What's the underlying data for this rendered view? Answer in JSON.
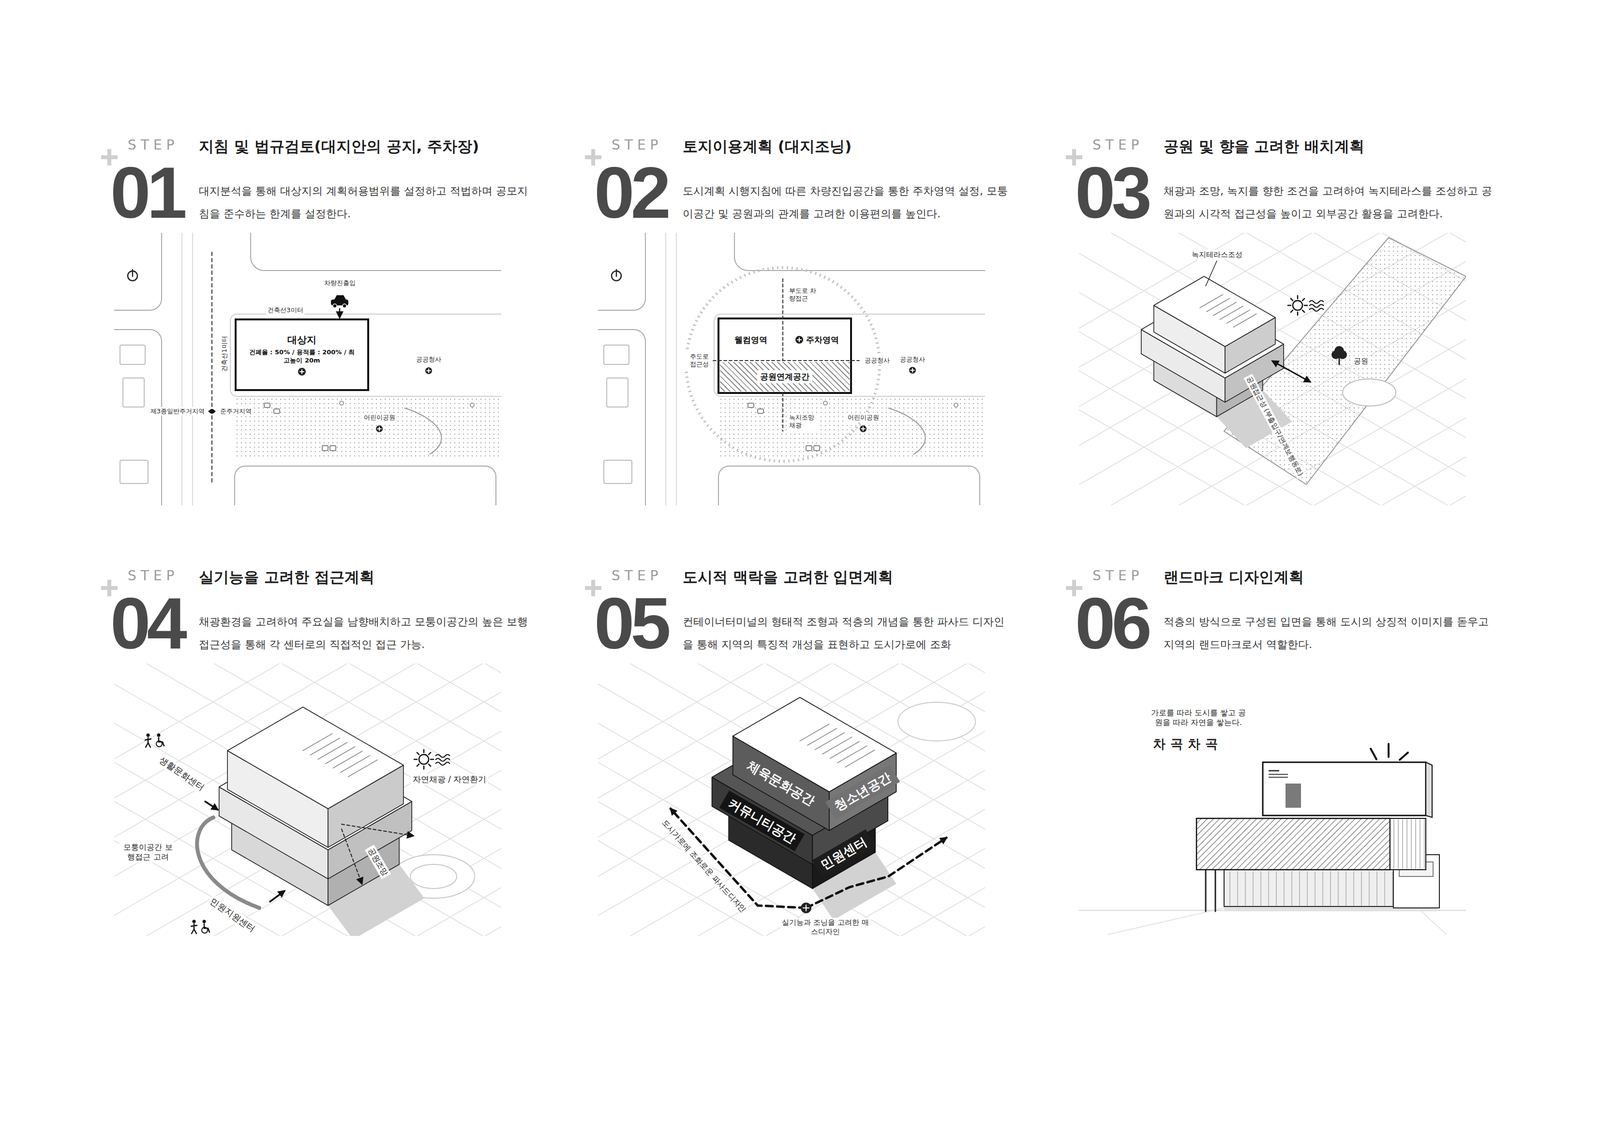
{
  "diagram": {
    "nodes": [
      {
        "text": [
          "대상지",
          "건폐율 : 50% / 용적률 : 200% / 최고높이 20m"
        ]
      },
      {
        "text": [
          "웰컴영역"
        ]
      },
      {
        "text": [
          "주차영역"
        ]
      },
      {
        "text": [
          "공원연계공간"
        ]
      },
      {
        "text": [
          "체육문화공간"
        ]
      },
      {
        "text": [
          "청소년공간"
        ]
      },
      {
        "text": [
          "커뮤니티공간"
        ]
      },
      {
        "text": [
          "민원센터"
        ]
      }
    ],
    "labels": [
      "STEP",
      "01",
      "지침 및 법규검토(대지안의 공지, 주차장)",
      "대지분석을 통해 대상지의 계획허용범위를 설정하고 적법하며 공모지침을 준수하는 한계를 설정한다.",
      "차량진출입",
      "건축선3미터",
      "건축선1미터",
      "제3종일반주거지역",
      "준주거지역",
      "공공청사",
      "어린이공원",
      "STEP",
      "02",
      "토지이용계획 (대지조닝)",
      "도시계획 시행지침에 따른 차량진입공간을 통한 주차영역 설정, 모퉁이공간 및 공원과의 관계를 고려한 이용편의를 높인다.",
      "부도로 차량접근",
      "주도로 접근성",
      "공공청사",
      "공공청사",
      "녹지조망 채광",
      "어린이공원",
      "STEP",
      "03",
      "공원 및 향을 고려한 배치계획",
      "채광과 조망, 녹지를 향한 조건을 고려하여 녹지테라스를 조성하고 공원과의 시각적 접근성을 높이고 외부공간 활용을 고려한다.",
      "녹지테라스조성",
      "공원",
      "공원접근성 (부출입구/연계보행동로)",
      "STEP",
      "04",
      "실기능을 고려한 접근계획",
      "채광환경을 고려하여 주요실을 남향배치하고 모퉁이공간의 높은 보행접근성을 통해 각 센터로의 직접적인 접근 가능.",
      "생활문화센터",
      "자연채광 / 자연환기",
      "모퉁이공간 보행접근 고려",
      "공원조망",
      "민원지원센터",
      "STEP",
      "05",
      "도시적 맥락을 고려한 입면계획",
      "컨테이너터미널의 형태적 조형과 적층의 개념을 통한 파사드 디자인을 통해 지역의 특징적 개성을 표현하고 도시가로에 조화",
      "도시가로에 조화로운 파사드디자인",
      "실기능과 조닝을 고려한 매스디자인",
      "STEP",
      "06",
      "랜드마크 디자인계획",
      "적층의 방식으로 구성된 입면을 통해 도시의 상징적 이미지를 돋우고 지역의 랜드마크로서 역할한다.",
      "가로를 따라 도시를 쌓고 공원을 따라 자연을 쌓는다.",
      "차곡차곡"
    ]
  }
}
